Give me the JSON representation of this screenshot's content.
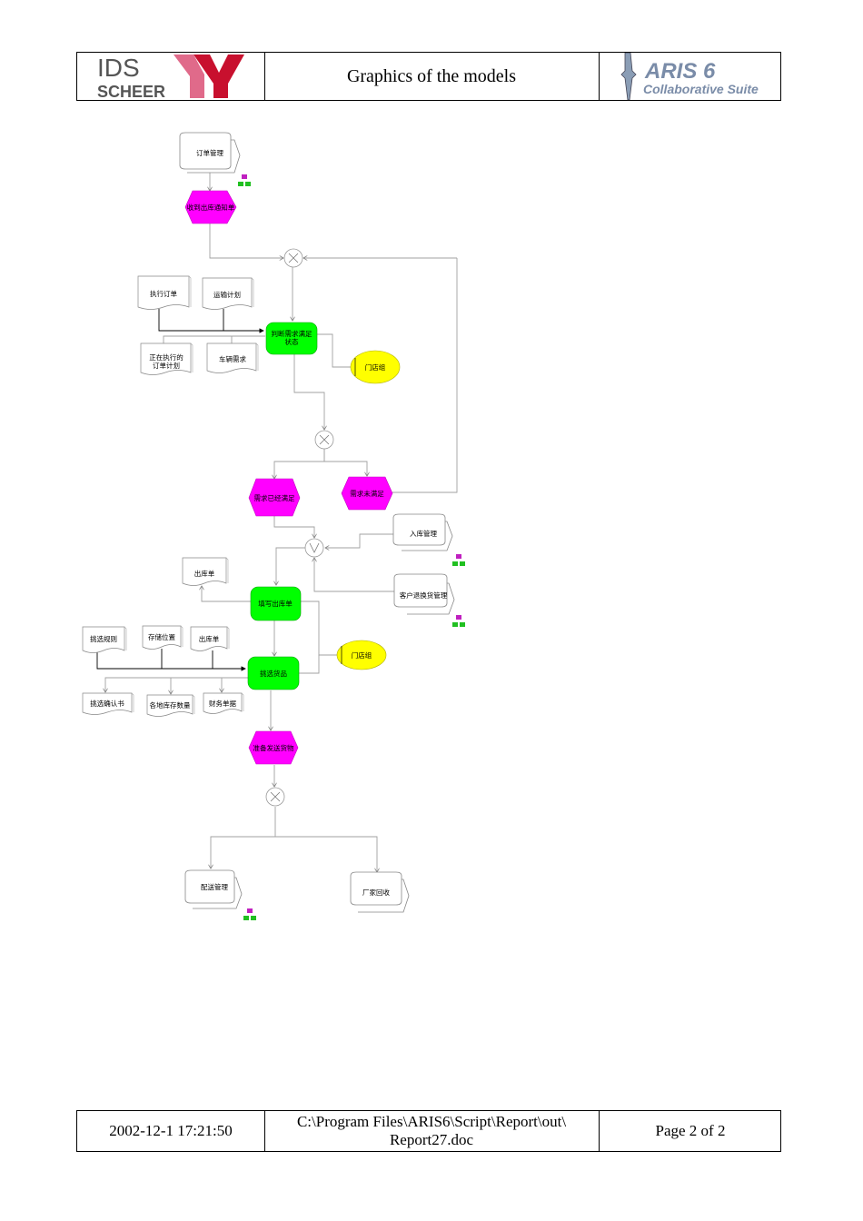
{
  "header": {
    "logo_left_top": "IDS",
    "logo_left_bottom": "SCHEER",
    "title": "Graphics of the models",
    "logo_right_title": "ARIS 6",
    "logo_right_subtitle": "Collaborative Suite"
  },
  "footer": {
    "datetime": "2002-12-1 17:21:50",
    "path_line1": "C:\\Program Files\\ARIS6\\Script\\Report\\out\\",
    "path_line2": "Report27.doc",
    "page": "Page 2  of 2"
  },
  "diagram": {
    "processes": {
      "order_mgmt": "订单管理",
      "inbound_mgmt": "入库管理",
      "return_mgmt": "客户退换货管理",
      "delivery_mgmt": "配送管理",
      "vendor_recycle": "厂家回收"
    },
    "events": {
      "receive_notice": "收到出库通知单",
      "demand_met": "需求已经满足",
      "demand_unmet": "需求未满足",
      "prepare_ship": "准备发送货物"
    },
    "functions": {
      "judge_demand_l1": "判断需求满足",
      "judge_demand_l2": "状态",
      "fill_outbound": "填写出库单",
      "pick_goods": "挑选货品"
    },
    "org_units": {
      "store_group_1": "门店组",
      "store_group_2": "门店组"
    },
    "documents": {
      "exec_order": "执行订单",
      "transport_plan": "运输计划",
      "exec_plan_l1": "正在执行的",
      "exec_plan_l2": "订单计划",
      "vehicle_demand": "车辆需求",
      "outbound_doc_1": "出库单",
      "pick_rules": "挑选规则",
      "storage_loc": "存储位置",
      "outbound_doc_2": "出库单",
      "pick_confirm": "挑选确认书",
      "local_stock": "各地库存数量",
      "finance_doc": "财务单据"
    },
    "colors": {
      "event": "#ff00ff",
      "function": "#00ff00",
      "org_unit": "#ffff00",
      "line": "#a0a0a0",
      "logo_red": "#c8102e",
      "logo_pink": "#e06a8a"
    }
  }
}
